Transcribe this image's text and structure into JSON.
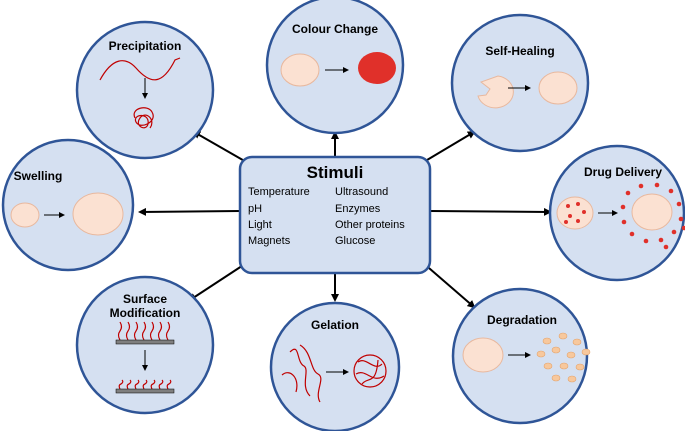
{
  "center": {
    "title": "Stimuli",
    "left_items": [
      "Temperature",
      "pH",
      "Light",
      "Magnets"
    ],
    "right_items": [
      "Ultrasound",
      "Enzymes",
      "Other proteins",
      "Glucose"
    ]
  },
  "nodes": {
    "precipitation": {
      "title": "Precipitation"
    },
    "colour_change": {
      "title": "Colour Change"
    },
    "self_healing": {
      "title": "Self-Healing"
    },
    "swelling": {
      "title": "Swelling"
    },
    "drug_delivery": {
      "title": "Drug Delivery"
    },
    "surface_modification": {
      "title_line1": "Surface",
      "title_line2": "Modification"
    },
    "gelation": {
      "title": "Gelation"
    },
    "degradation": {
      "title": "Degradation"
    }
  },
  "colors": {
    "bubble_fill": "#d5e0f1",
    "bubble_stroke": "#2f5597",
    "cell_fill": "#fbe1d2",
    "accent_red": "#e0302a",
    "polymer_red": "#c00000"
  }
}
